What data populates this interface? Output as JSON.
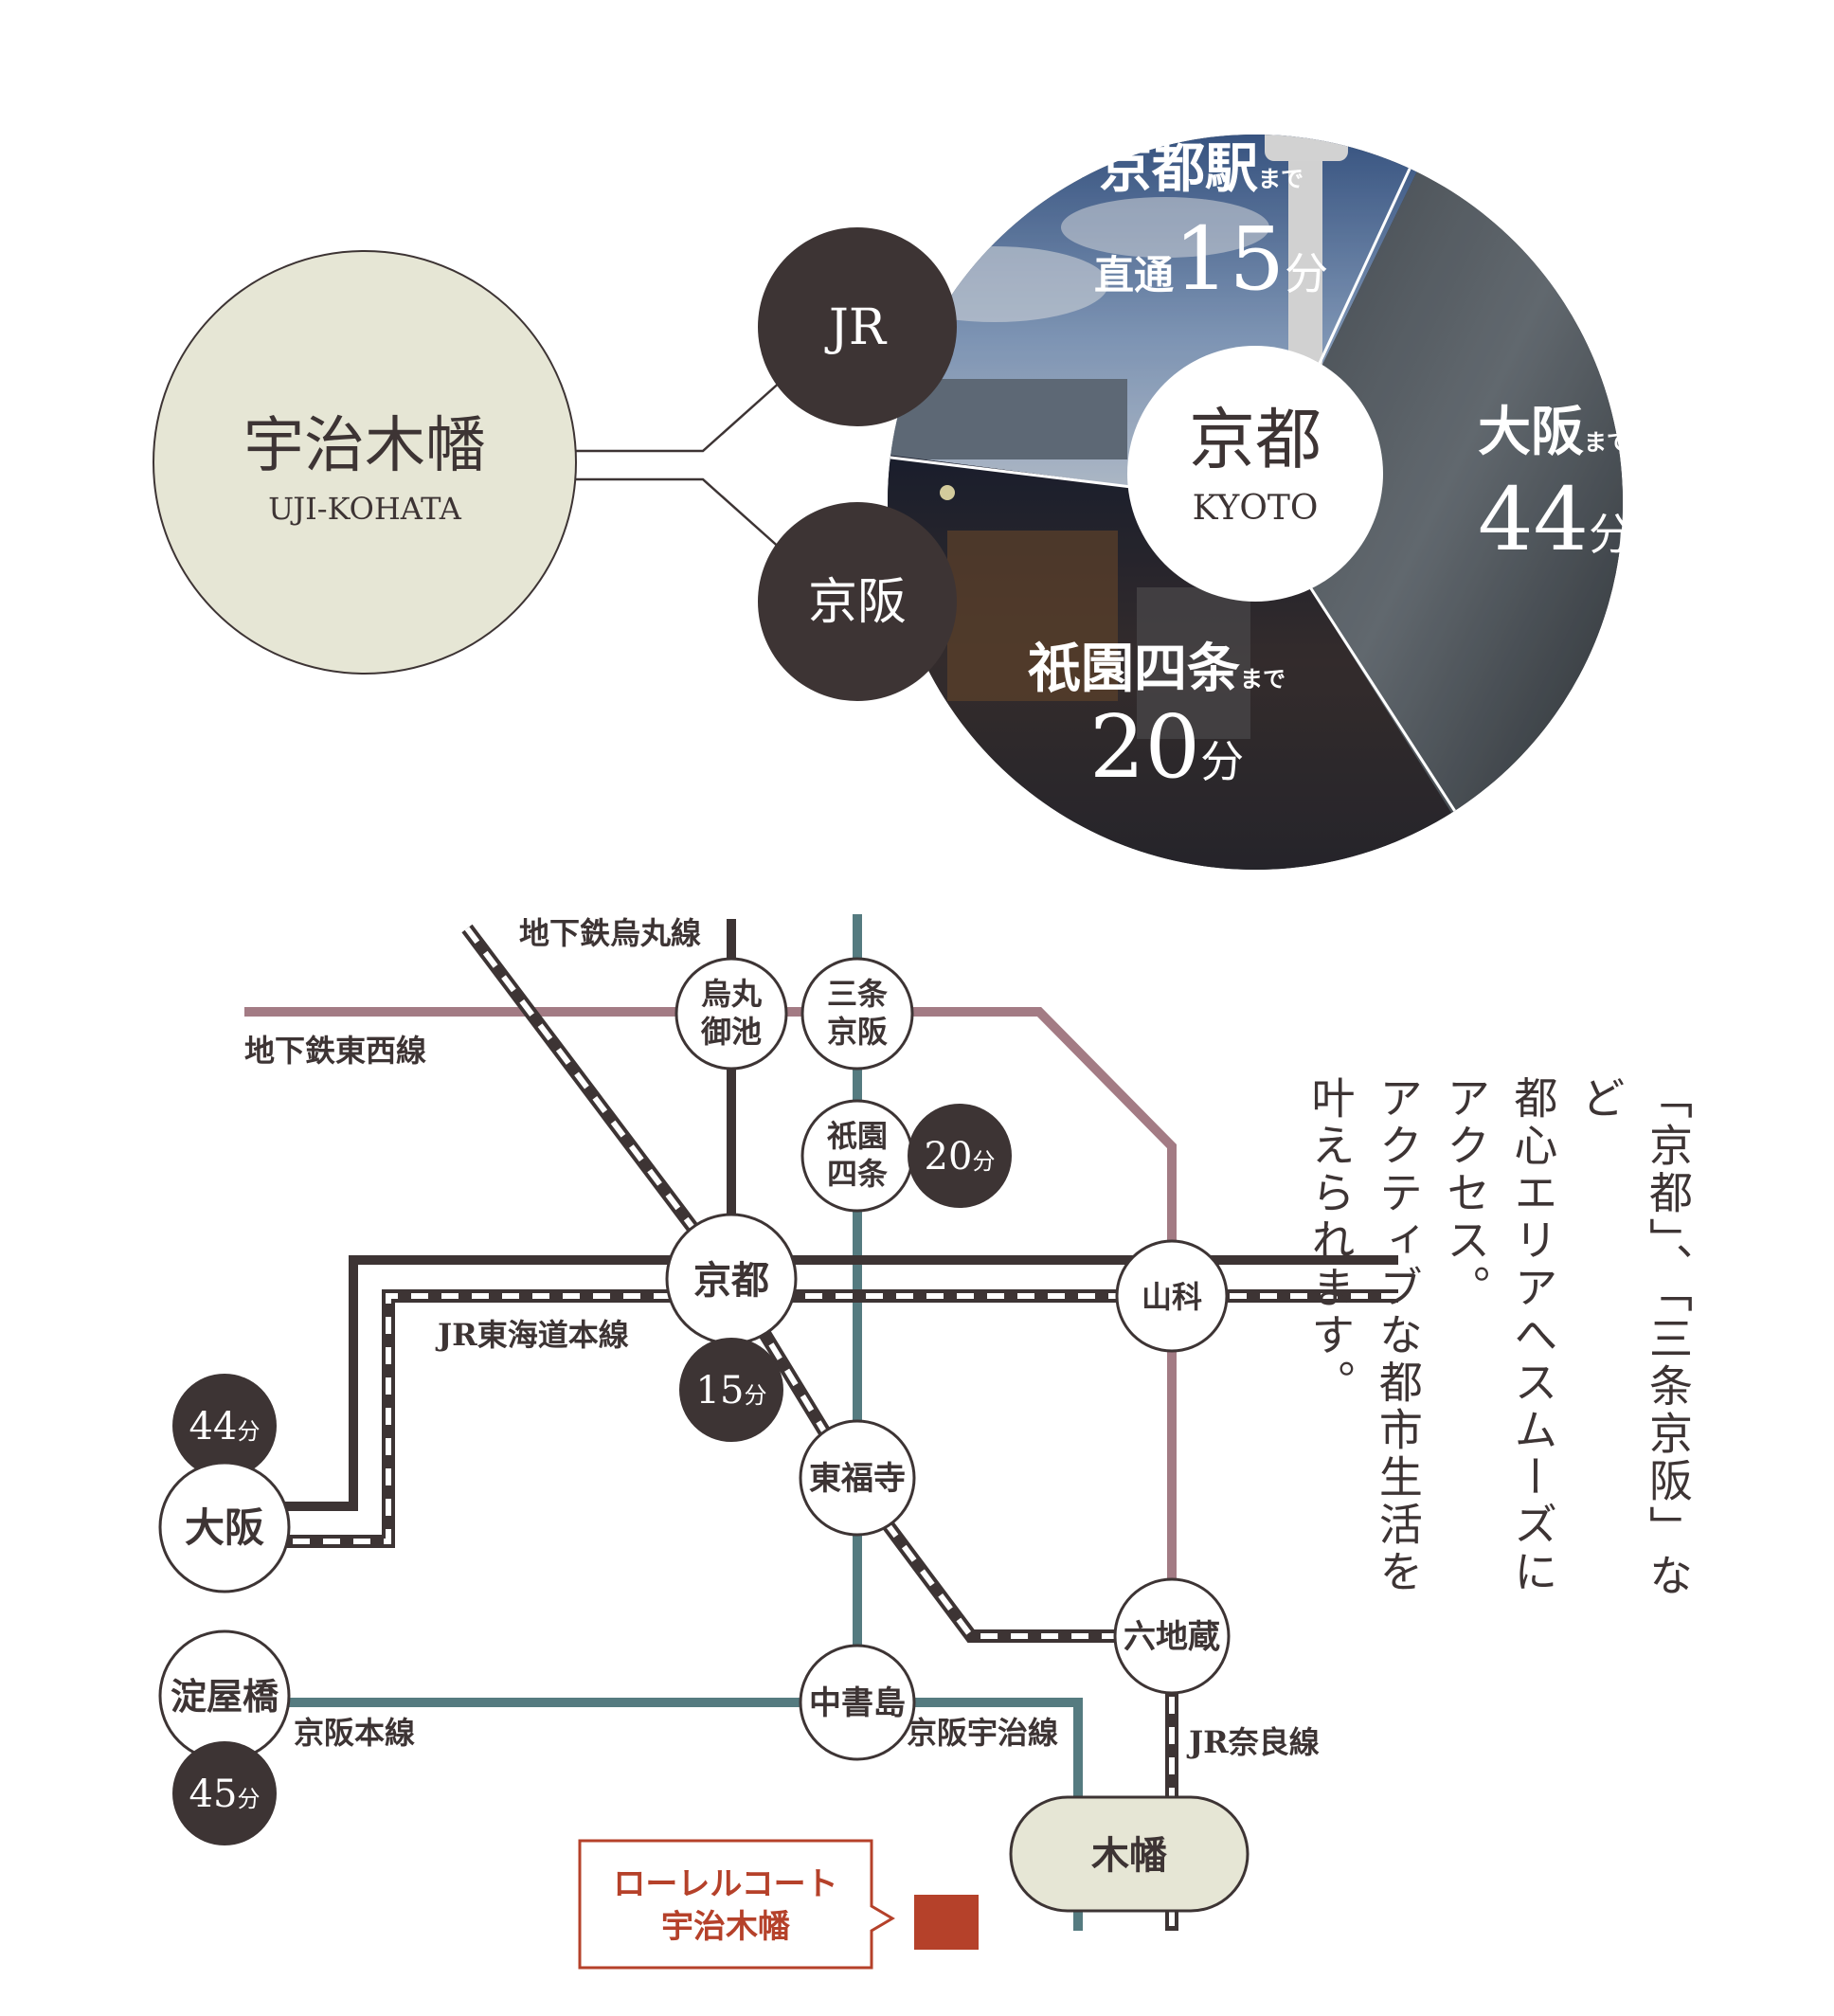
{
  "colors": {
    "dark": "#3d3434",
    "origin_fill": "#e6e6d5",
    "tozai": "#a37b84",
    "keihan": "#557b80",
    "accent": "#b5412a"
  },
  "hub": {
    "origin": {
      "name": "宇治木幡",
      "romaji": "UJI-KOHATA"
    },
    "lines": [
      "JR",
      "京阪"
    ],
    "center": {
      "name": "京都",
      "romaji": "KYOTO"
    },
    "destinations": [
      {
        "pre": "京都駅",
        "suffix": "まで",
        "via": "直通",
        "minutes": "15",
        "unit": "分"
      },
      {
        "pre": "大阪",
        "suffix": "まで",
        "minutes": "44",
        "unit": "分"
      },
      {
        "pre": "祇園四条",
        "suffix": "まで",
        "minutes": "20",
        "unit": "分"
      }
    ]
  },
  "map": {
    "line_labels": {
      "karasuma": "地下鉄烏丸線",
      "tozai": "地下鉄東西線",
      "tokaido": "JR東海道本線",
      "keihan_main": "京阪本線",
      "keihan_uji": "京阪宇治線",
      "nara": "JR奈良線"
    },
    "stations": {
      "karasuma_oike": [
        "烏丸",
        "御池"
      ],
      "sanjo_keihan": [
        "三条",
        "京阪"
      ],
      "gion_shijo": [
        "祇園",
        "四条"
      ],
      "kyoto": "京都",
      "yamashina": "山科",
      "tofukuji": "東福寺",
      "rokujizo": "六地蔵",
      "chushojima": "中書島",
      "osaka": "大阪",
      "yodoyabashi": "淀屋橋",
      "kohata": "木幡"
    },
    "times": {
      "gion": {
        "value": "20",
        "unit": "分"
      },
      "kyoto": {
        "value": "15",
        "unit": "分"
      },
      "osaka": {
        "value": "44",
        "unit": "分"
      },
      "yodoyabashi": {
        "value": "45",
        "unit": "分"
      }
    },
    "property": [
      "ローレルコート",
      "宇治木幡"
    ]
  },
  "tagline": [
    "「京都」、「三条京阪」など",
    "都心エリアへスムーズにアクセス。",
    "アクティブな都市生活を叶えられます。"
  ]
}
